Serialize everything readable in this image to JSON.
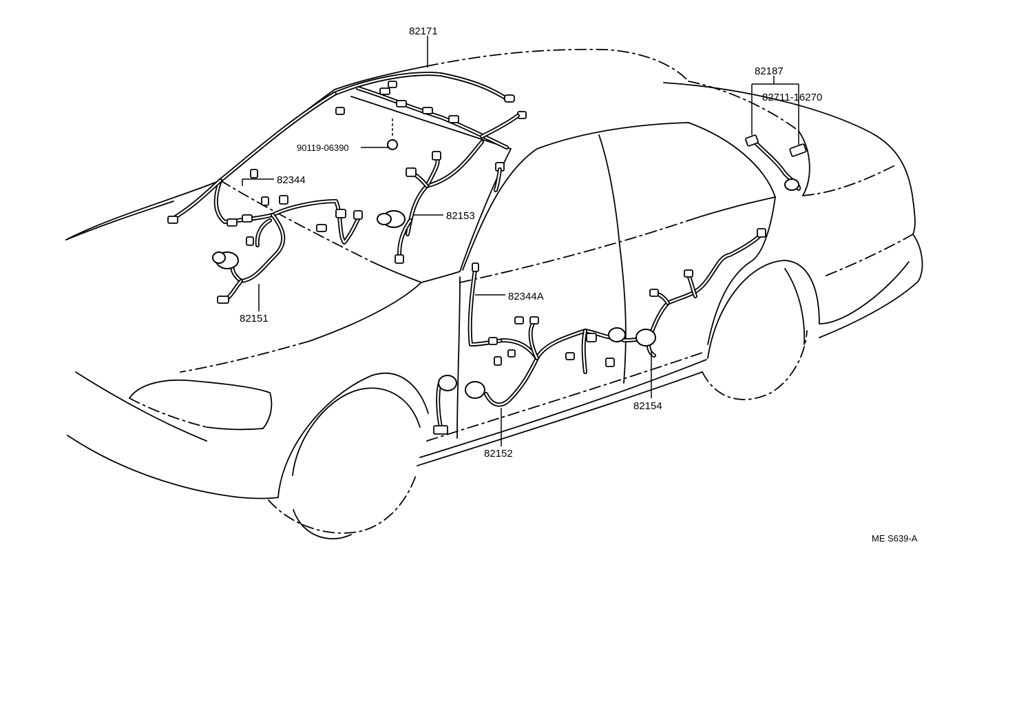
{
  "diagram": {
    "colors": {
      "line": "#000000",
      "background": "#ffffff"
    },
    "labels": {
      "p82171": "82171",
      "p82187": "82187",
      "p82711": "82711-16270",
      "p90119": "90119-06390",
      "p82344": "82344",
      "p82153": "82153",
      "p82151": "82151",
      "p82344a": "82344A",
      "p82154": "82154",
      "p82152": "82152",
      "figure_id": "ME S639-A"
    }
  }
}
